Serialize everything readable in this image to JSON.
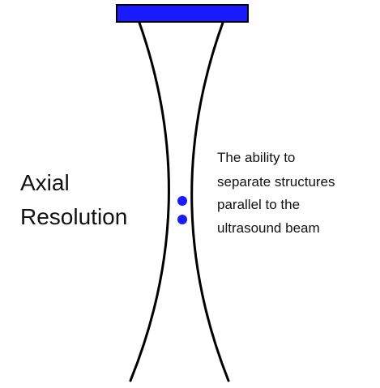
{
  "title": {
    "lines": [
      "Axial",
      "Resolution"
    ]
  },
  "description": {
    "lines": [
      "The ability to",
      "separate structures",
      "parallel to the",
      "ultrasound beam"
    ]
  },
  "colors": {
    "transducer": "#1a1aff",
    "transducer_border": "#000000",
    "beam": "#000000",
    "dots": "#1a1aff",
    "text": "#111111",
    "background": "#ffffff"
  }
}
